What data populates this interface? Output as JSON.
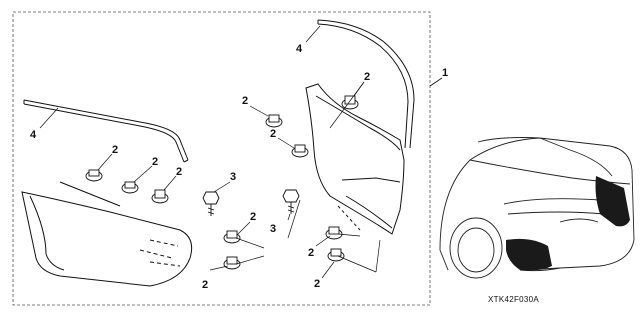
{
  "diagram": {
    "callouts": {
      "kit": "1",
      "clip": "2",
      "screw": "3",
      "weatherstrip": "4"
    },
    "diagram_code": "XTK42F030A"
  },
  "colors": {
    "line": "#111111",
    "guard_fill": "#1a1a1a",
    "background": "#ffffff"
  },
  "icons": [
    "push-clip-icon",
    "screw-icon"
  ]
}
